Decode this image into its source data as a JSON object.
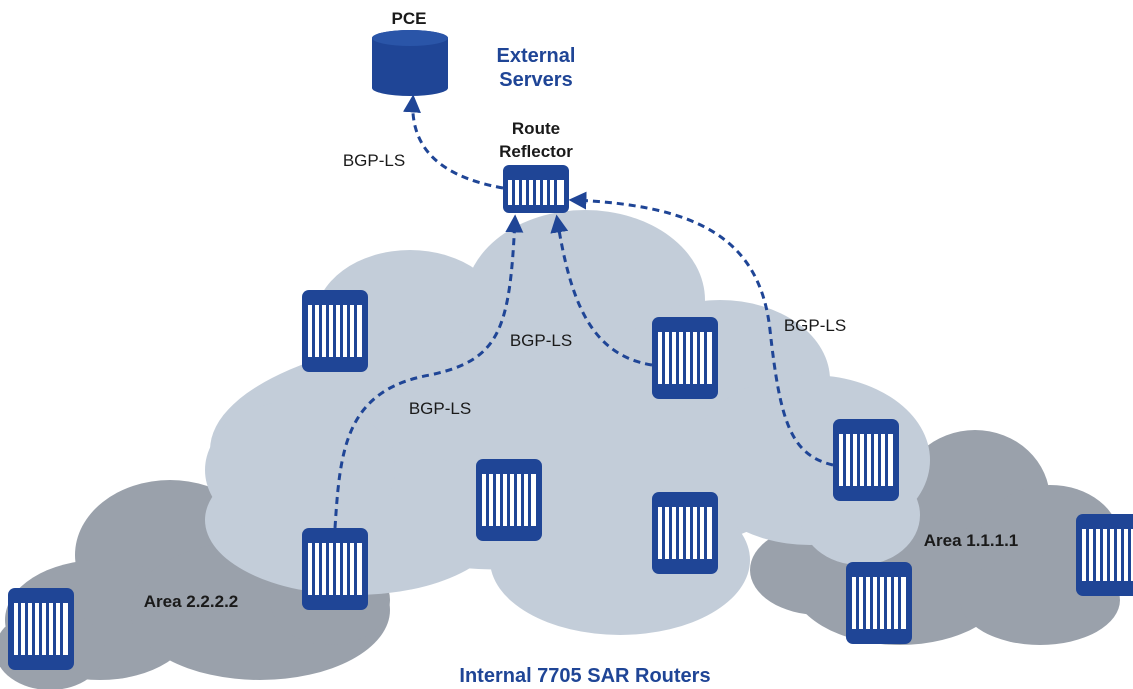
{
  "colors": {
    "outer_cloud": "#9aa1ab",
    "inner_cloud": "#c3cdd9",
    "device_blue": "#1f4596",
    "link_blue": "#1f4596",
    "text_dark": "#1a1a1a"
  },
  "labels": {
    "pce": "PCE",
    "external_servers_line1": "External",
    "external_servers_line2": "Servers",
    "route_reflector_line1": "Route",
    "route_reflector_line2": "Reflector",
    "bgp_ls_pce": "BGP-LS",
    "bgp_ls_upper_right": "BGP-LS",
    "bgp_ls_center": "BGP-LS",
    "bgp_ls_lower": "BGP-LS",
    "area_left": "Area 2.2.2.2",
    "area_right": "Area 1.1.1.1",
    "footer": "Internal 7705 SAR Routers"
  },
  "icons": {
    "pce": "database-cylinder-icon",
    "router": "router-chassis-icon",
    "route_reflector": "route-reflector-icon"
  }
}
